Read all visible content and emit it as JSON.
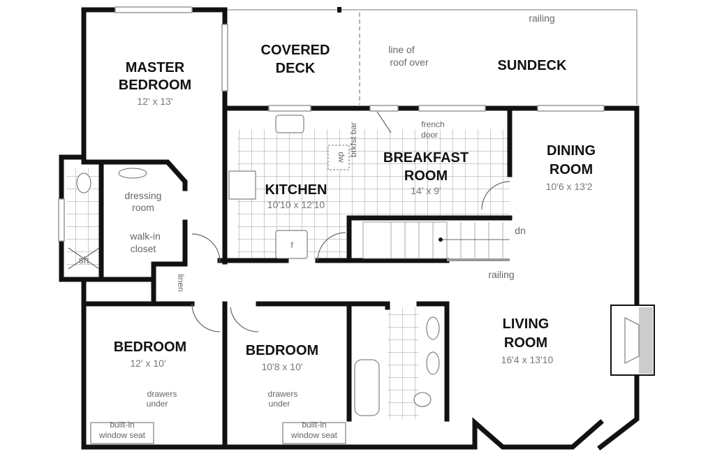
{
  "rooms": {
    "master_bedroom": {
      "name_1": "MASTER",
      "name_2": "BEDROOM",
      "size": "12' x 13'"
    },
    "covered_deck": {
      "name_1": "COVERED",
      "name_2": "DECK"
    },
    "sundeck": {
      "name": "SUNDECK"
    },
    "kitchen": {
      "name": "KITCHEN",
      "size": "10'10 x 12'10"
    },
    "breakfast_room": {
      "name_1": "BREAKFAST",
      "name_2": "ROOM",
      "size": "14' x 9'"
    },
    "dining_room": {
      "name_1": "DINING",
      "name_2": "ROOM",
      "size": "10'6 x 13'2"
    },
    "living_room": {
      "name_1": "LIVING",
      "name_2": "ROOM",
      "size": "16'4 x 13'10"
    },
    "bedroom_1": {
      "name": "BEDROOM",
      "size": "12' x 10'"
    },
    "bedroom_2": {
      "name": "BEDROOM",
      "size": "10'8 x 10'"
    },
    "dressing_room": {
      "name_1": "dressing",
      "name_2": "room"
    },
    "walk_in_closet": {
      "name_1": "walk-in",
      "name_2": "closet"
    }
  },
  "notes": {
    "railing_top": "railing",
    "line_of_roof_1": "line of",
    "line_of_roof_2": "roof over",
    "french_door_1": "french",
    "french_door_2": "door",
    "brkfst_bar": "brkfst bar",
    "dw": "dw",
    "fridge": "f",
    "dn": "dn",
    "railing_stairs": "railing",
    "linen": "linen",
    "shower": "sh",
    "drawers_1a": "drawers",
    "drawers_1b": "under",
    "seat_1a": "built-in",
    "seat_1b": "window seat",
    "drawers_2a": "drawers",
    "drawers_2b": "under",
    "seat_2a": "built-in",
    "seat_2b": "window seat"
  }
}
